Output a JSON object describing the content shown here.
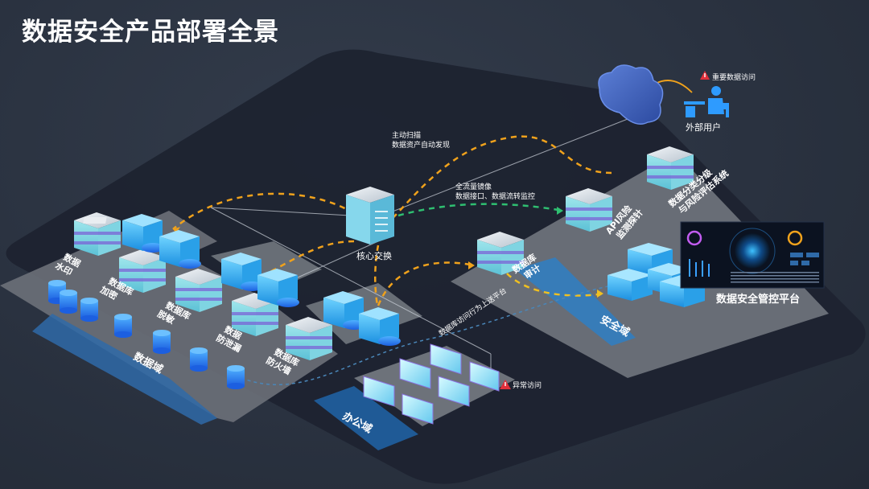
{
  "title": "数据安全产品部署全景",
  "nodes": {
    "core_switch": "核心交换",
    "external_user": "外部用户",
    "important_access": "重要数据访问",
    "abnormal_access": "异常访问"
  },
  "annotations": {
    "scan_line1": "主动扫描",
    "scan_line2": "数据资产自动发现",
    "mirror_line1": "全流量镜像",
    "mirror_line2": "数据接口、数据流转监控",
    "upload": "数据库访问行为上送平台"
  },
  "domains": {
    "data": "数据域",
    "security": "安全域",
    "office": "办公域"
  },
  "products": {
    "watermark": [
      "数据",
      "水印"
    ],
    "db_encrypt": [
      "数据库",
      "加密"
    ],
    "db_mask": [
      "数据库",
      "脱敏"
    ],
    "dlp": [
      "数据",
      "防泄漏"
    ],
    "db_firewall": [
      "数据库",
      "防火墙"
    ],
    "db_audit": [
      "数据库",
      "审计"
    ],
    "api_probe": [
      "API风险",
      "监测探针"
    ],
    "classify": [
      "数据分类分级",
      "与风险评估系统"
    ],
    "platform": "数据安全管控平台"
  },
  "colors": {
    "flow_orange": "#f0a21c",
    "flow_green": "#2fbf71",
    "domain_blue": "#2f7fc4",
    "alert_red": "#e0303a"
  }
}
